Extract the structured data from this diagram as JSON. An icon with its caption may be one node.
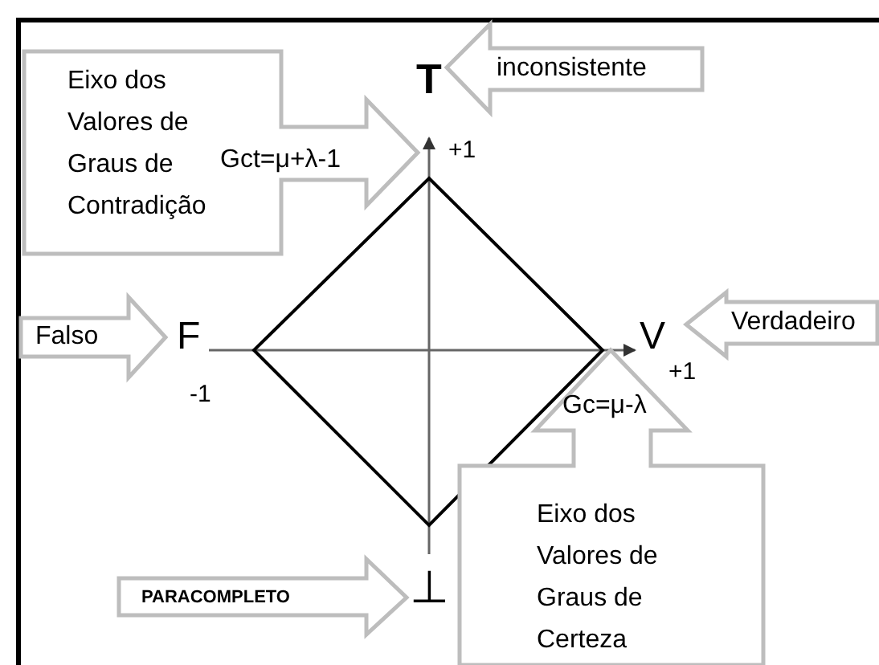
{
  "diagram": {
    "nodes": [
      {
        "text": [
          "Eixo dos Valores de Graus de Contradição",
          "Gct=μ+λ-1"
        ]
      },
      {
        "text": [
          "inconsistente"
        ]
      },
      {
        "text": [
          "Falso"
        ]
      },
      {
        "text": [
          "Verdadeiro"
        ]
      },
      {
        "text": [
          "Gc=μ-λ",
          "Eixo dos Valores de Graus de Certeza"
        ]
      },
      {
        "text": [
          "PARACOMPLETO"
        ]
      }
    ],
    "labels": [
      "T",
      "+1",
      "F",
      "V",
      "+1",
      "-1",
      "⊥"
    ]
  }
}
